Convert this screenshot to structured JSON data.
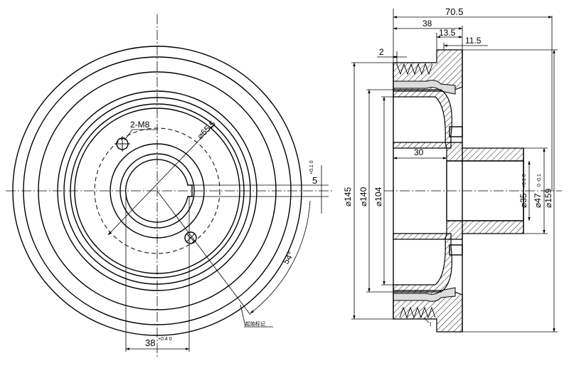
{
  "front_view": {
    "thread_callout": "2-M8",
    "pcd_callout": "⌀65.5",
    "keyway_width": "38",
    "keyway_width_tol": "+0.4 0",
    "keyway_depth": "5",
    "keyway_depth_tol": "+0.1 0",
    "angle": "54°",
    "mark_label": "起始标记"
  },
  "section_view": {
    "dim_overall_width": "70.5",
    "dim_38": "38",
    "dim_13_5": "13.5",
    "dim_11_5": "11.5",
    "dim_2": "2",
    "dim_30": "30",
    "dia_145": "⌀145",
    "dia_140": "⌀140",
    "dia_104": "⌀104",
    "dia_35": "⌀35",
    "dia_35_tol": "+0.1 0",
    "dia_47": "⌀47",
    "dia_47_tol": "0 -0.1",
    "dia_159": "⌀159",
    "detail_mark": "I"
  }
}
